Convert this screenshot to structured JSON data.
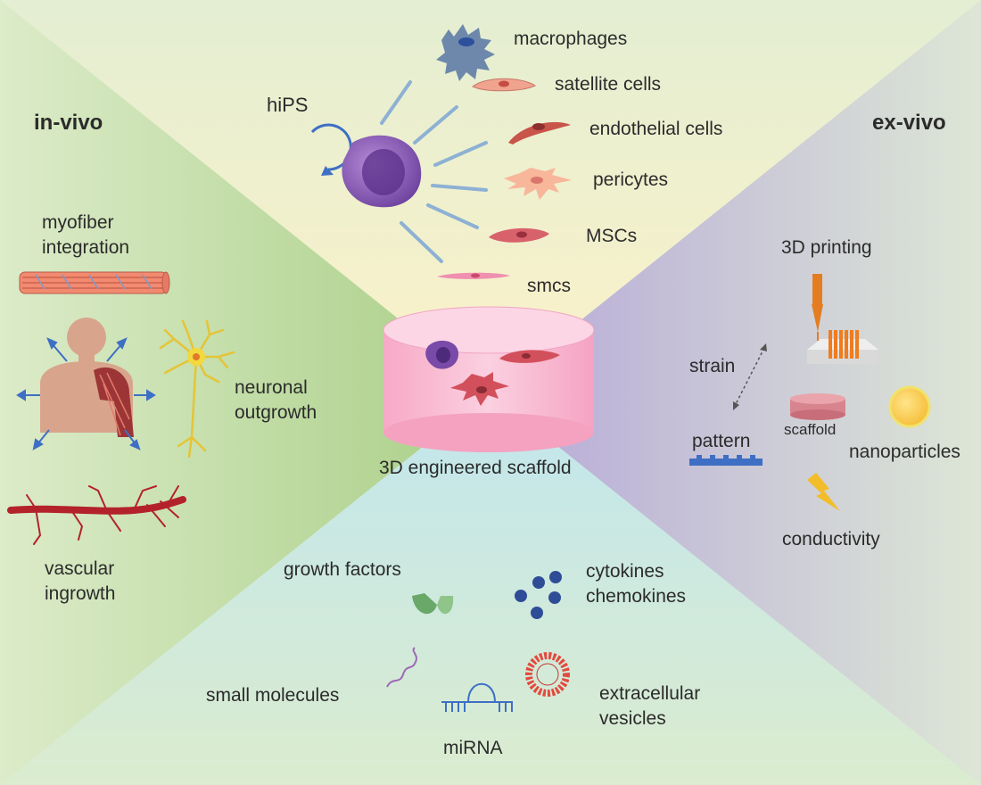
{
  "sections": {
    "in_vivo": "in-vivo",
    "ex_vivo": "ex-vivo"
  },
  "center": {
    "label": "3D engineered scaffold"
  },
  "cells": {
    "source": "hiPS",
    "types": [
      "macrophages",
      "satellite cells",
      "endothelial cells",
      "pericytes",
      "MSCs",
      "smcs"
    ]
  },
  "in_vivo": {
    "myofiber": "myofiber\nintegration",
    "neuronal": "neuronal\noutgrowth",
    "vascular": "vascular\ningrowth"
  },
  "ex_vivo": {
    "printing": "3D printing",
    "strain": "strain",
    "pattern": "pattern",
    "scaffold": "scaffold",
    "nanoparticles": "nanoparticles",
    "conductivity": "conductivity"
  },
  "factors": {
    "growth_factors": "growth factors",
    "cytokines": "cytokines\nchemokines",
    "small_molecules": "small molecules",
    "mirna": "miRNA",
    "vesicles": "extracellular\nvesicles"
  },
  "colors": {
    "left": "#b9d79c",
    "top": "#f6f1cf",
    "right": "#c9bfdf",
    "bottom": "#c9e7e5",
    "scaffold": "#f7b8d0",
    "accent_blue": "#3e6fc4"
  }
}
